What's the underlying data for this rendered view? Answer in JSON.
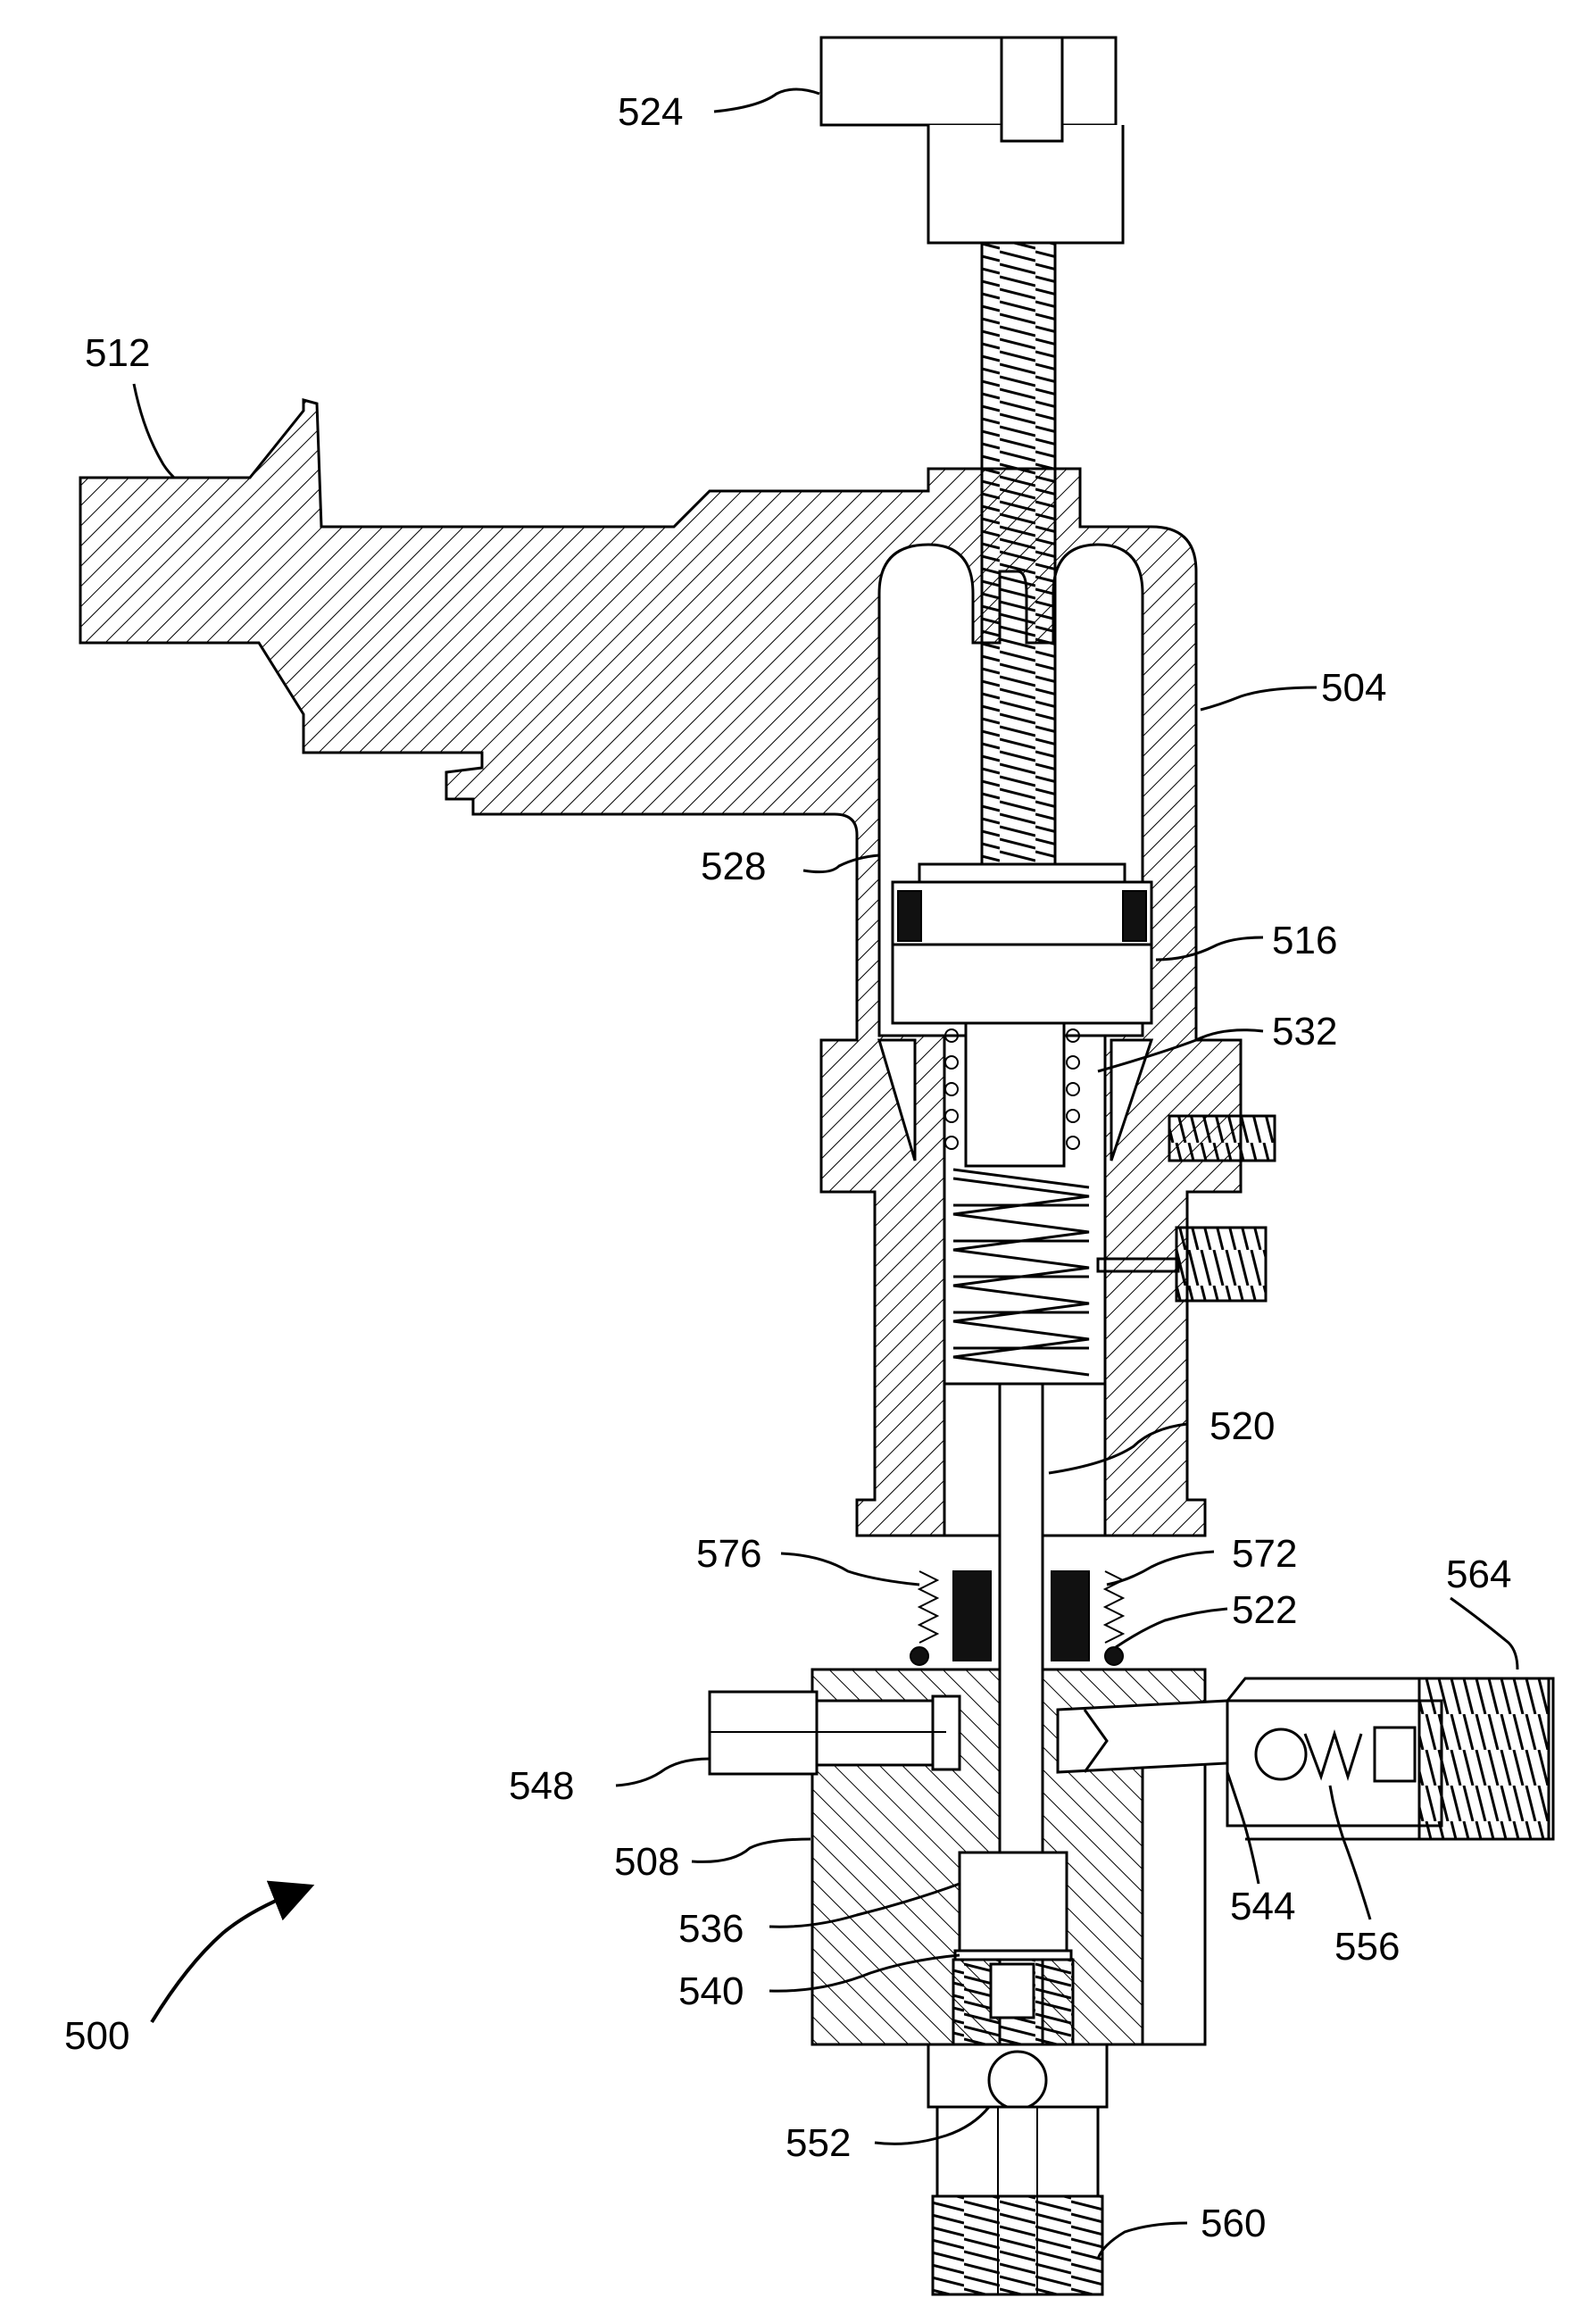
{
  "figure": {
    "reference_labels": {
      "r500": "500",
      "r504": "504",
      "r508": "508",
      "r512": "512",
      "r516": "516",
      "r520": "520",
      "r522": "522",
      "r524": "524",
      "r528": "528",
      "r532": "532",
      "r536": "536",
      "r540": "540",
      "r544": "544",
      "r548": "548",
      "r552": "552",
      "r556": "556",
      "r560": "560",
      "r564": "564",
      "r572": "572",
      "r576": "576"
    }
  }
}
